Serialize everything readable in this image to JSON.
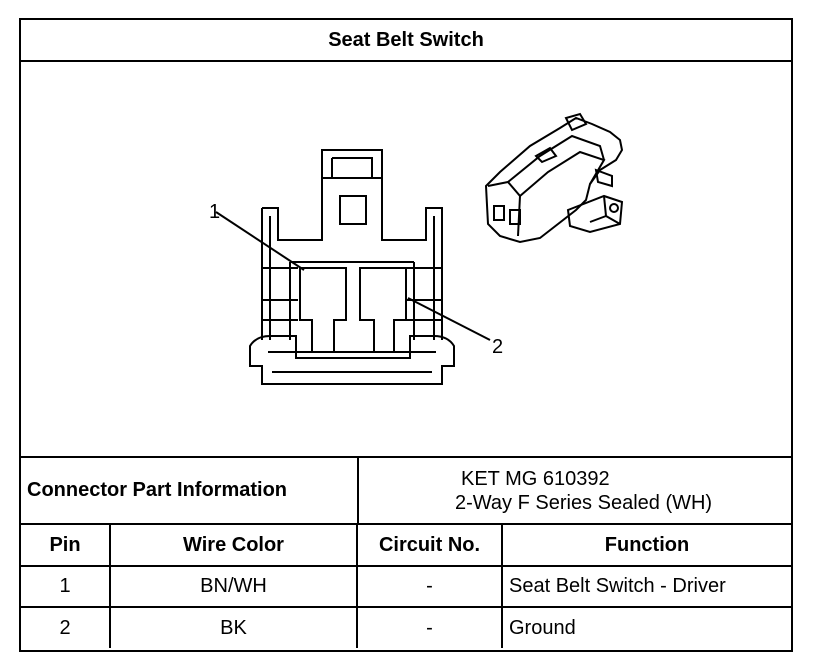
{
  "title": "Seat Belt Switch",
  "diagram": {
    "pin_labels": [
      "1",
      "2"
    ]
  },
  "connector_info": {
    "label": "Connector Part Information",
    "part_number": "KET MG 610392",
    "description": "2-Way F Series Sealed (WH)"
  },
  "table": {
    "headers": [
      "Pin",
      "Wire Color",
      "Circuit No.",
      "Function"
    ],
    "rows": [
      [
        "1",
        "BN/WH",
        "-",
        "Seat Belt Switch - Driver"
      ],
      [
        "2",
        "BK",
        "-",
        "Ground"
      ]
    ]
  }
}
